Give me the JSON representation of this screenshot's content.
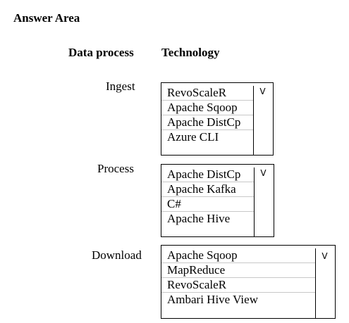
{
  "title": "Answer Area",
  "headers": {
    "data_process": "Data process",
    "technology": "Technology"
  },
  "rows": [
    {
      "label": "Ingest",
      "options": [
        "RevoScaleR",
        "Apache Sqoop",
        "Apache DistCp",
        "Azure CLI"
      ],
      "chevron": "V"
    },
    {
      "label": "Process",
      "options": [
        "Apache DistCp",
        "Apache Kafka",
        "C#",
        "Apache Hive"
      ],
      "chevron": "V"
    },
    {
      "label": "Download",
      "options": [
        "Apache Sqoop",
        "MapReduce",
        "RevoScaleR",
        "Ambari Hive View"
      ],
      "chevron": "V"
    }
  ],
  "icons": {
    "dropdown": "chevron-down-icon"
  }
}
